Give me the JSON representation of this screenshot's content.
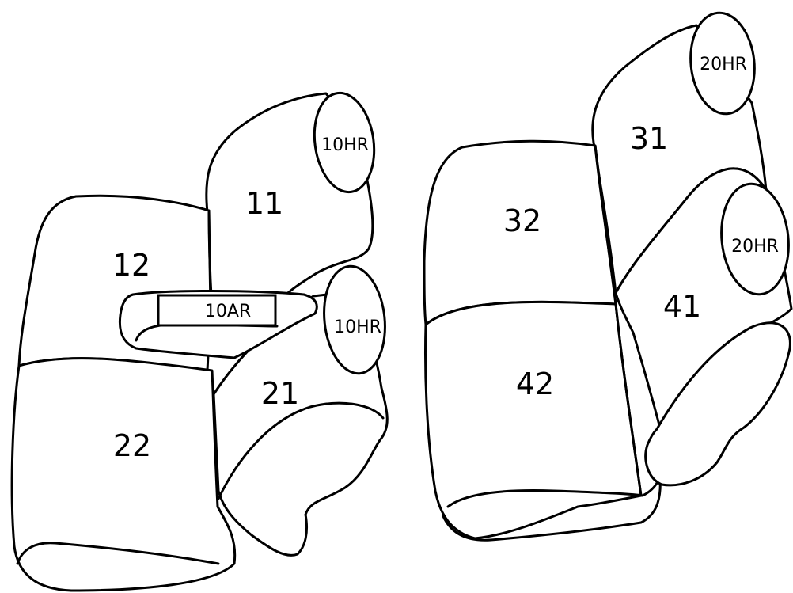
{
  "front_seat": {
    "headrest_top_label": "10HR",
    "headrest_bottom_label": "10HR",
    "armrest_label": "10AR",
    "back_right_label": "11",
    "back_left_label": "12",
    "cushion_right_label": "21",
    "cushion_left_label": "22"
  },
  "rear_seat": {
    "headrest_top_label": "20HR",
    "headrest_bottom_label": "20HR",
    "back_right_label": "31",
    "back_left_label": "32",
    "cushion_right_label": "41",
    "cushion_left_label": "42"
  },
  "colors": {
    "line": "#000000",
    "background": "#ffffff"
  }
}
